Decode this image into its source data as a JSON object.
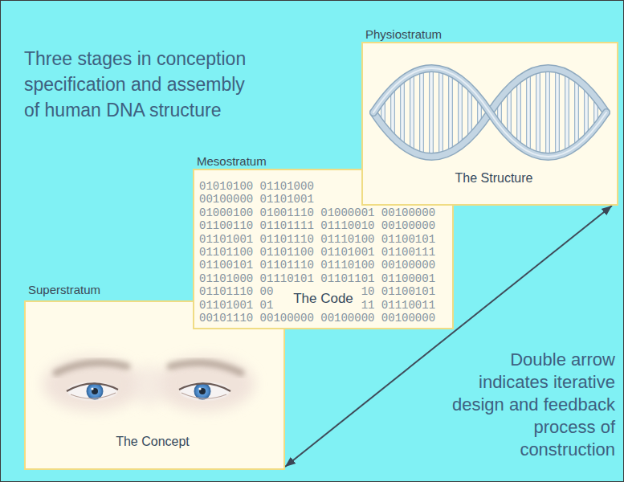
{
  "diagram": {
    "title": "Three stages in conception specification and assembly of human DNA structure",
    "nodes": [
      {
        "text": [
          "Superstratum",
          "The Concept"
        ]
      },
      {
        "text": [
          "Mesostratum",
          "The Code"
        ]
      },
      {
        "text": [
          "Physiostratum",
          "The Structure"
        ]
      }
    ],
    "edges": [
      {
        "from": 0,
        "to": 2,
        "arrow": "both"
      }
    ],
    "labels": [
      "Double arrow indicates iterative design and feedback process of construction",
      "01010100 01101000",
      "00100000 01101001",
      "01000100 01001110 01000001 00100000",
      "01100110 01101111 01110010 00100000",
      "01101001 01101110 01110100 01100101",
      "01101100 01101100 01101001 01100111",
      "01100101 01101110 01110100 00100000",
      "01101000 01110101 01101101 01100001",
      "01101110 00",
      "10 01100101",
      "01101001 01",
      "11 01110011",
      "00101110 00100000 00100000 00100000"
    ]
  }
}
